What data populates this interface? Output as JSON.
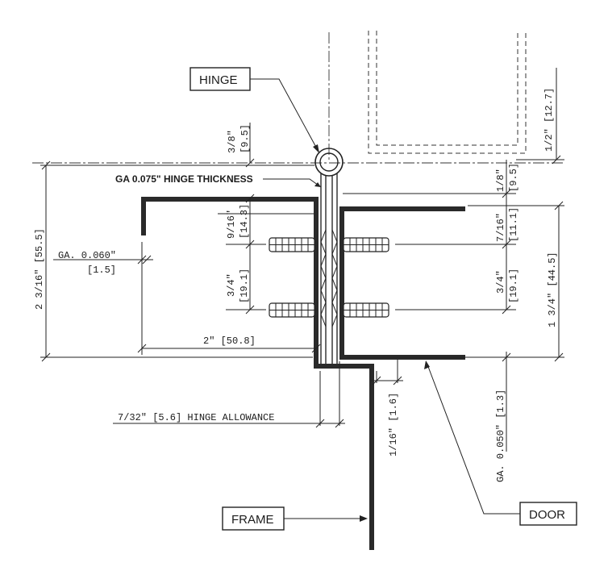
{
  "callouts": {
    "hinge": "HINGE",
    "frame": "FRAME",
    "door": "DOOR",
    "hinge_thickness": "GA 0.075\" HINGE THICKNESS"
  },
  "dimensions": {
    "three_eighths": "3/8\"",
    "three_eighths_mm": "[9.5]",
    "one_half": "1/2\" [12.7]",
    "one_eighth": "1/8\"",
    "one_eighth_mm": "[9.5]",
    "nine_sixteenths": "9/16\"",
    "nine_sixteenths_mm": "[14.3]",
    "seven_sixteenths": "7/16\"",
    "seven_sixteenths_mm": "[11.1]",
    "three_quarter_left": "3/4\"",
    "three_quarter_left_mm": "[19.1]",
    "three_quarter_right": "3/4\"",
    "three_quarter_right_mm": "[19.1]",
    "overall_left": "2 3/16\" [55.5]",
    "overall_right": "1 3/4\" [44.5]",
    "ga_060": "GA. 0.060\"",
    "ga_060_mm": "[1.5]",
    "two_inch": "2\" [50.8]",
    "hinge_allowance": "7/32\" [5.6] HINGE ALLOWANCE",
    "one_sixteenth": "1/16\" [1.6]",
    "ga_050": "GA. 0.050\" [1.3]"
  }
}
